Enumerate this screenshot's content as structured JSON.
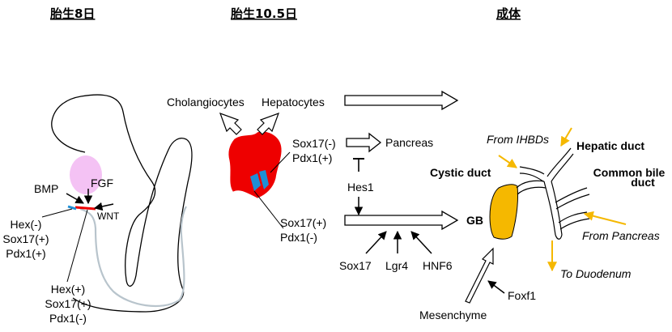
{
  "panels": {
    "e8": "胎生8日",
    "e105": "胎生10.5日",
    "adult": "成体"
  },
  "e8": {
    "bmp": "BMP",
    "fgf": "FGF",
    "wnt": "WNT",
    "left_marker_lines": [
      "Hex(-)",
      "Sox17(+)",
      "Pdx1(+)"
    ],
    "bottom_marker_lines": [
      "Hex(+)",
      "Sox17(+)",
      "Pdx1(-)"
    ]
  },
  "e105": {
    "cholangiocytes": "Cholangiocytes",
    "hepatocytes": "Hepatocytes",
    "pancreas_marker_lines": [
      "Sox17(-)",
      "Pdx1(+)"
    ],
    "pancreas": "Pancreas",
    "hes1": "Hes1",
    "gb_marker_lines": [
      "Sox17(+)",
      "Pdx1(-)"
    ],
    "factors": [
      "Sox17",
      "Lgr4",
      "HNF6"
    ],
    "mesenchyme": "Mesenchyme",
    "foxf1": "Foxf1"
  },
  "adult": {
    "from_ihbds": "From IHBDs",
    "hepatic_duct": "Hepatic duct",
    "cystic_duct": "Cystic duct",
    "common_bile_duct_lines": [
      "Common bile",
      "duct"
    ],
    "gb": "GB",
    "from_pancreas": "From Pancreas",
    "to_duodenum": "To Duodenum"
  },
  "colors": {
    "primordium_red": "#ee0000",
    "gallbladder_bud_blue": "#1f8fd6",
    "gallbladder_yellow": "#f5b800",
    "flow_arrow_orange": "#f5b800",
    "signal_pink": "#f4c2f4",
    "endoderm_outline_grey": "#b8c4cc"
  }
}
